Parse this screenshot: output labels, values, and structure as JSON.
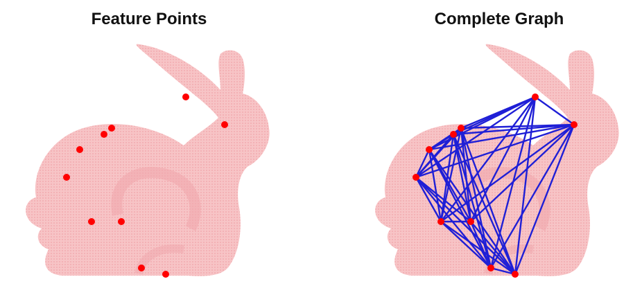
{
  "panels": [
    {
      "title": "Feature Points",
      "feature_points": [
        [
          268,
          140
        ],
        [
          324,
          180
        ],
        [
          161,
          185
        ],
        [
          150,
          194
        ],
        [
          115,
          216
        ],
        [
          96,
          256
        ],
        [
          132,
          320
        ],
        [
          175,
          320
        ],
        [
          204,
          387
        ],
        [
          239,
          396
        ]
      ]
    },
    {
      "title": "Complete Graph",
      "feature_points": [
        [
          772,
          140
        ],
        [
          828,
          180
        ],
        [
          665,
          185
        ],
        [
          654,
          194
        ],
        [
          619,
          216
        ],
        [
          600,
          256
        ],
        [
          636,
          320
        ],
        [
          679,
          320
        ],
        [
          708,
          387
        ],
        [
          743,
          396
        ]
      ]
    }
  ],
  "colors": {
    "bunny_fill": "#f7c4c6",
    "bunny_dot": "#f4a8ac",
    "point": "#ff0000",
    "edge": "#1f1fd6"
  }
}
